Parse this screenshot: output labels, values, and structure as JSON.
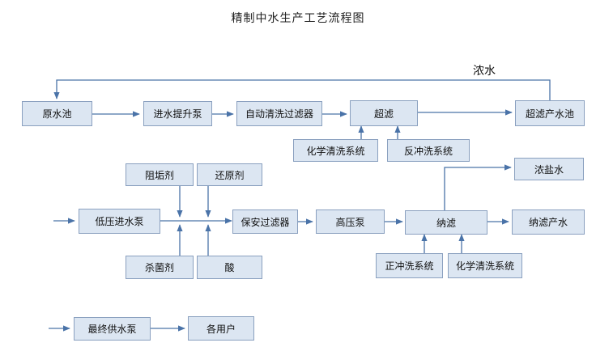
{
  "title": "精制中水生产工艺流程图",
  "colors": {
    "box_fill": "#dce6f2",
    "box_border": "#8aa0bf",
    "line": "#4a73a8"
  },
  "labels": {
    "concentrate": "浓水"
  },
  "nodes": {
    "raw_tank": "原水池",
    "feed_pump": "进水提升泵",
    "auto_filter": "自动清洗过滤器",
    "uf": "超滤",
    "uf_tank": "超滤产水池",
    "uf_chem": "化学清洗系统",
    "uf_backwash": "反冲洗系统",
    "scale_inhibitor": "阻垢剂",
    "reducing_agent": "还原剂",
    "bactericide": "杀菌剂",
    "acid": "酸",
    "lp_pump": "低压进水泵",
    "security_filter": "保安过滤器",
    "hp_pump": "高压泵",
    "nf": "纳滤",
    "brine": "浓盐水",
    "nf_product": "纳滤产水",
    "forward_flush": "正冲洗系统",
    "nf_chem": "化学清洗系统",
    "final_pump": "最终供水泵",
    "users": "各用户"
  }
}
